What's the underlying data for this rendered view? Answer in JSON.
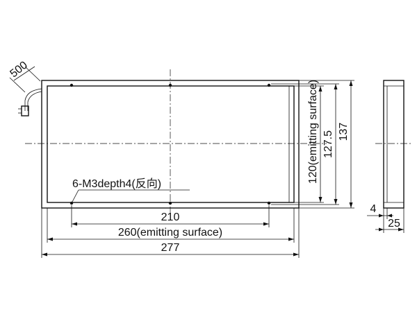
{
  "dimensions": {
    "cable_length": "500",
    "hole_spacing_horizontal": "210",
    "emitting_width": "260(emitting surface)",
    "overall_width": "277",
    "emitting_height": "120(emitting surface)",
    "hole_spacing_vertical": "127.5",
    "overall_height": "137",
    "side_thickness_small": "4",
    "side_thickness_total": "25"
  },
  "callouts": {
    "holes": "6-M3depth4(反向)"
  },
  "colors": {
    "line": "#111111",
    "background": "#ffffff"
  }
}
